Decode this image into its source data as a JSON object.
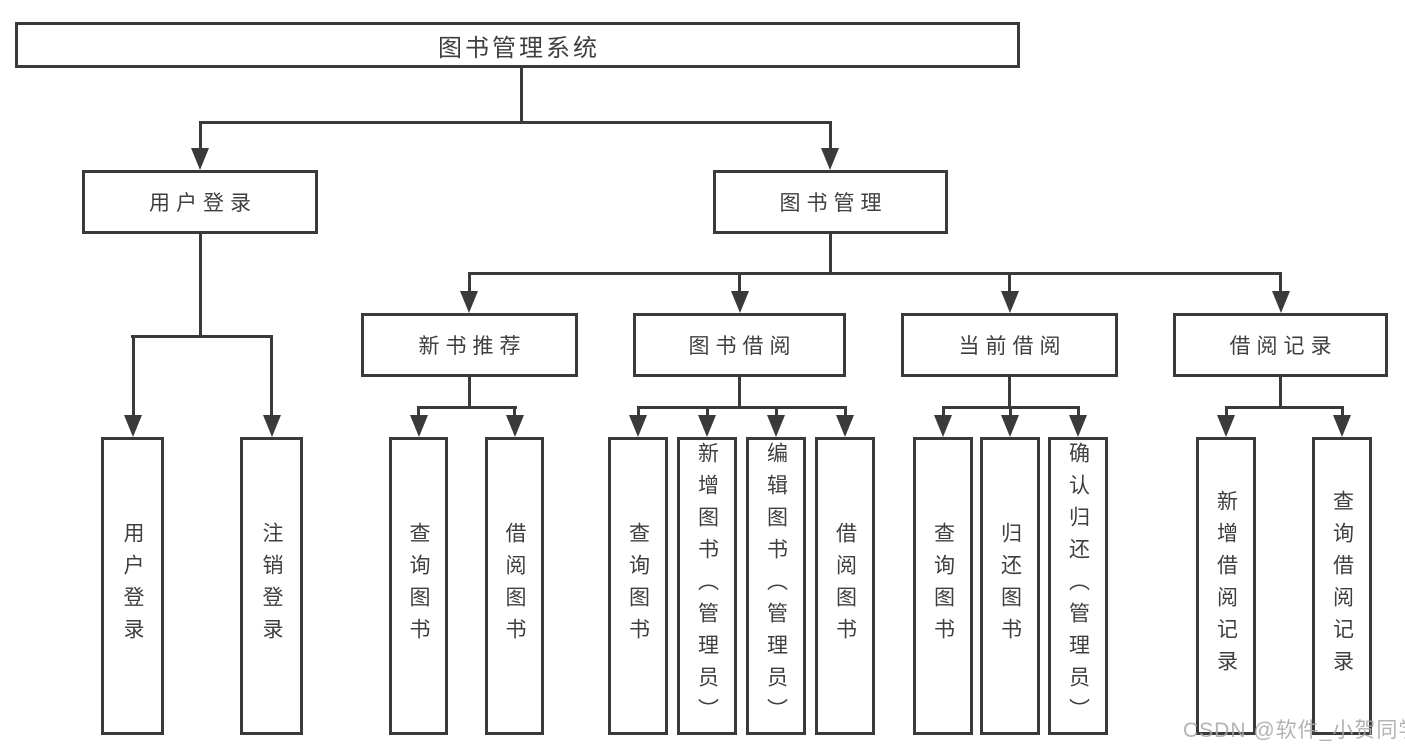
{
  "diagram": {
    "root": {
      "label": "图书管理系统"
    },
    "level2": [
      {
        "label": "用户登录",
        "leaves": [
          {
            "label": "用户登录"
          },
          {
            "label": "注销登录"
          }
        ]
      },
      {
        "label": "图书管理",
        "groups": [
          {
            "label": "新书推荐",
            "leaves": [
              {
                "label": "查询图书"
              },
              {
                "label": "借阅图书"
              }
            ]
          },
          {
            "label": "图书借阅",
            "leaves": [
              {
                "label": "查询图书"
              },
              {
                "label": "新增图书（管理员）"
              },
              {
                "label": "编辑图书（管理员）"
              },
              {
                "label": "借阅图书"
              }
            ]
          },
          {
            "label": "当前借阅",
            "leaves": [
              {
                "label": "查询图书"
              },
              {
                "label": "归还图书"
              },
              {
                "label": "确认归还（管理员）"
              }
            ]
          },
          {
            "label": "借阅记录",
            "leaves": [
              {
                "label": "新增借阅记录"
              },
              {
                "label": "查询借阅记录"
              }
            ]
          }
        ]
      }
    ]
  },
  "watermark": {
    "text": "CSDN @软件_小贺同学"
  },
  "colors": {
    "line": "#3a3a3a",
    "box_border": "#3a3a3a",
    "box_fill": "#ffffff",
    "text": "#3f3f3f",
    "watermark": "#a9a9a9"
  }
}
